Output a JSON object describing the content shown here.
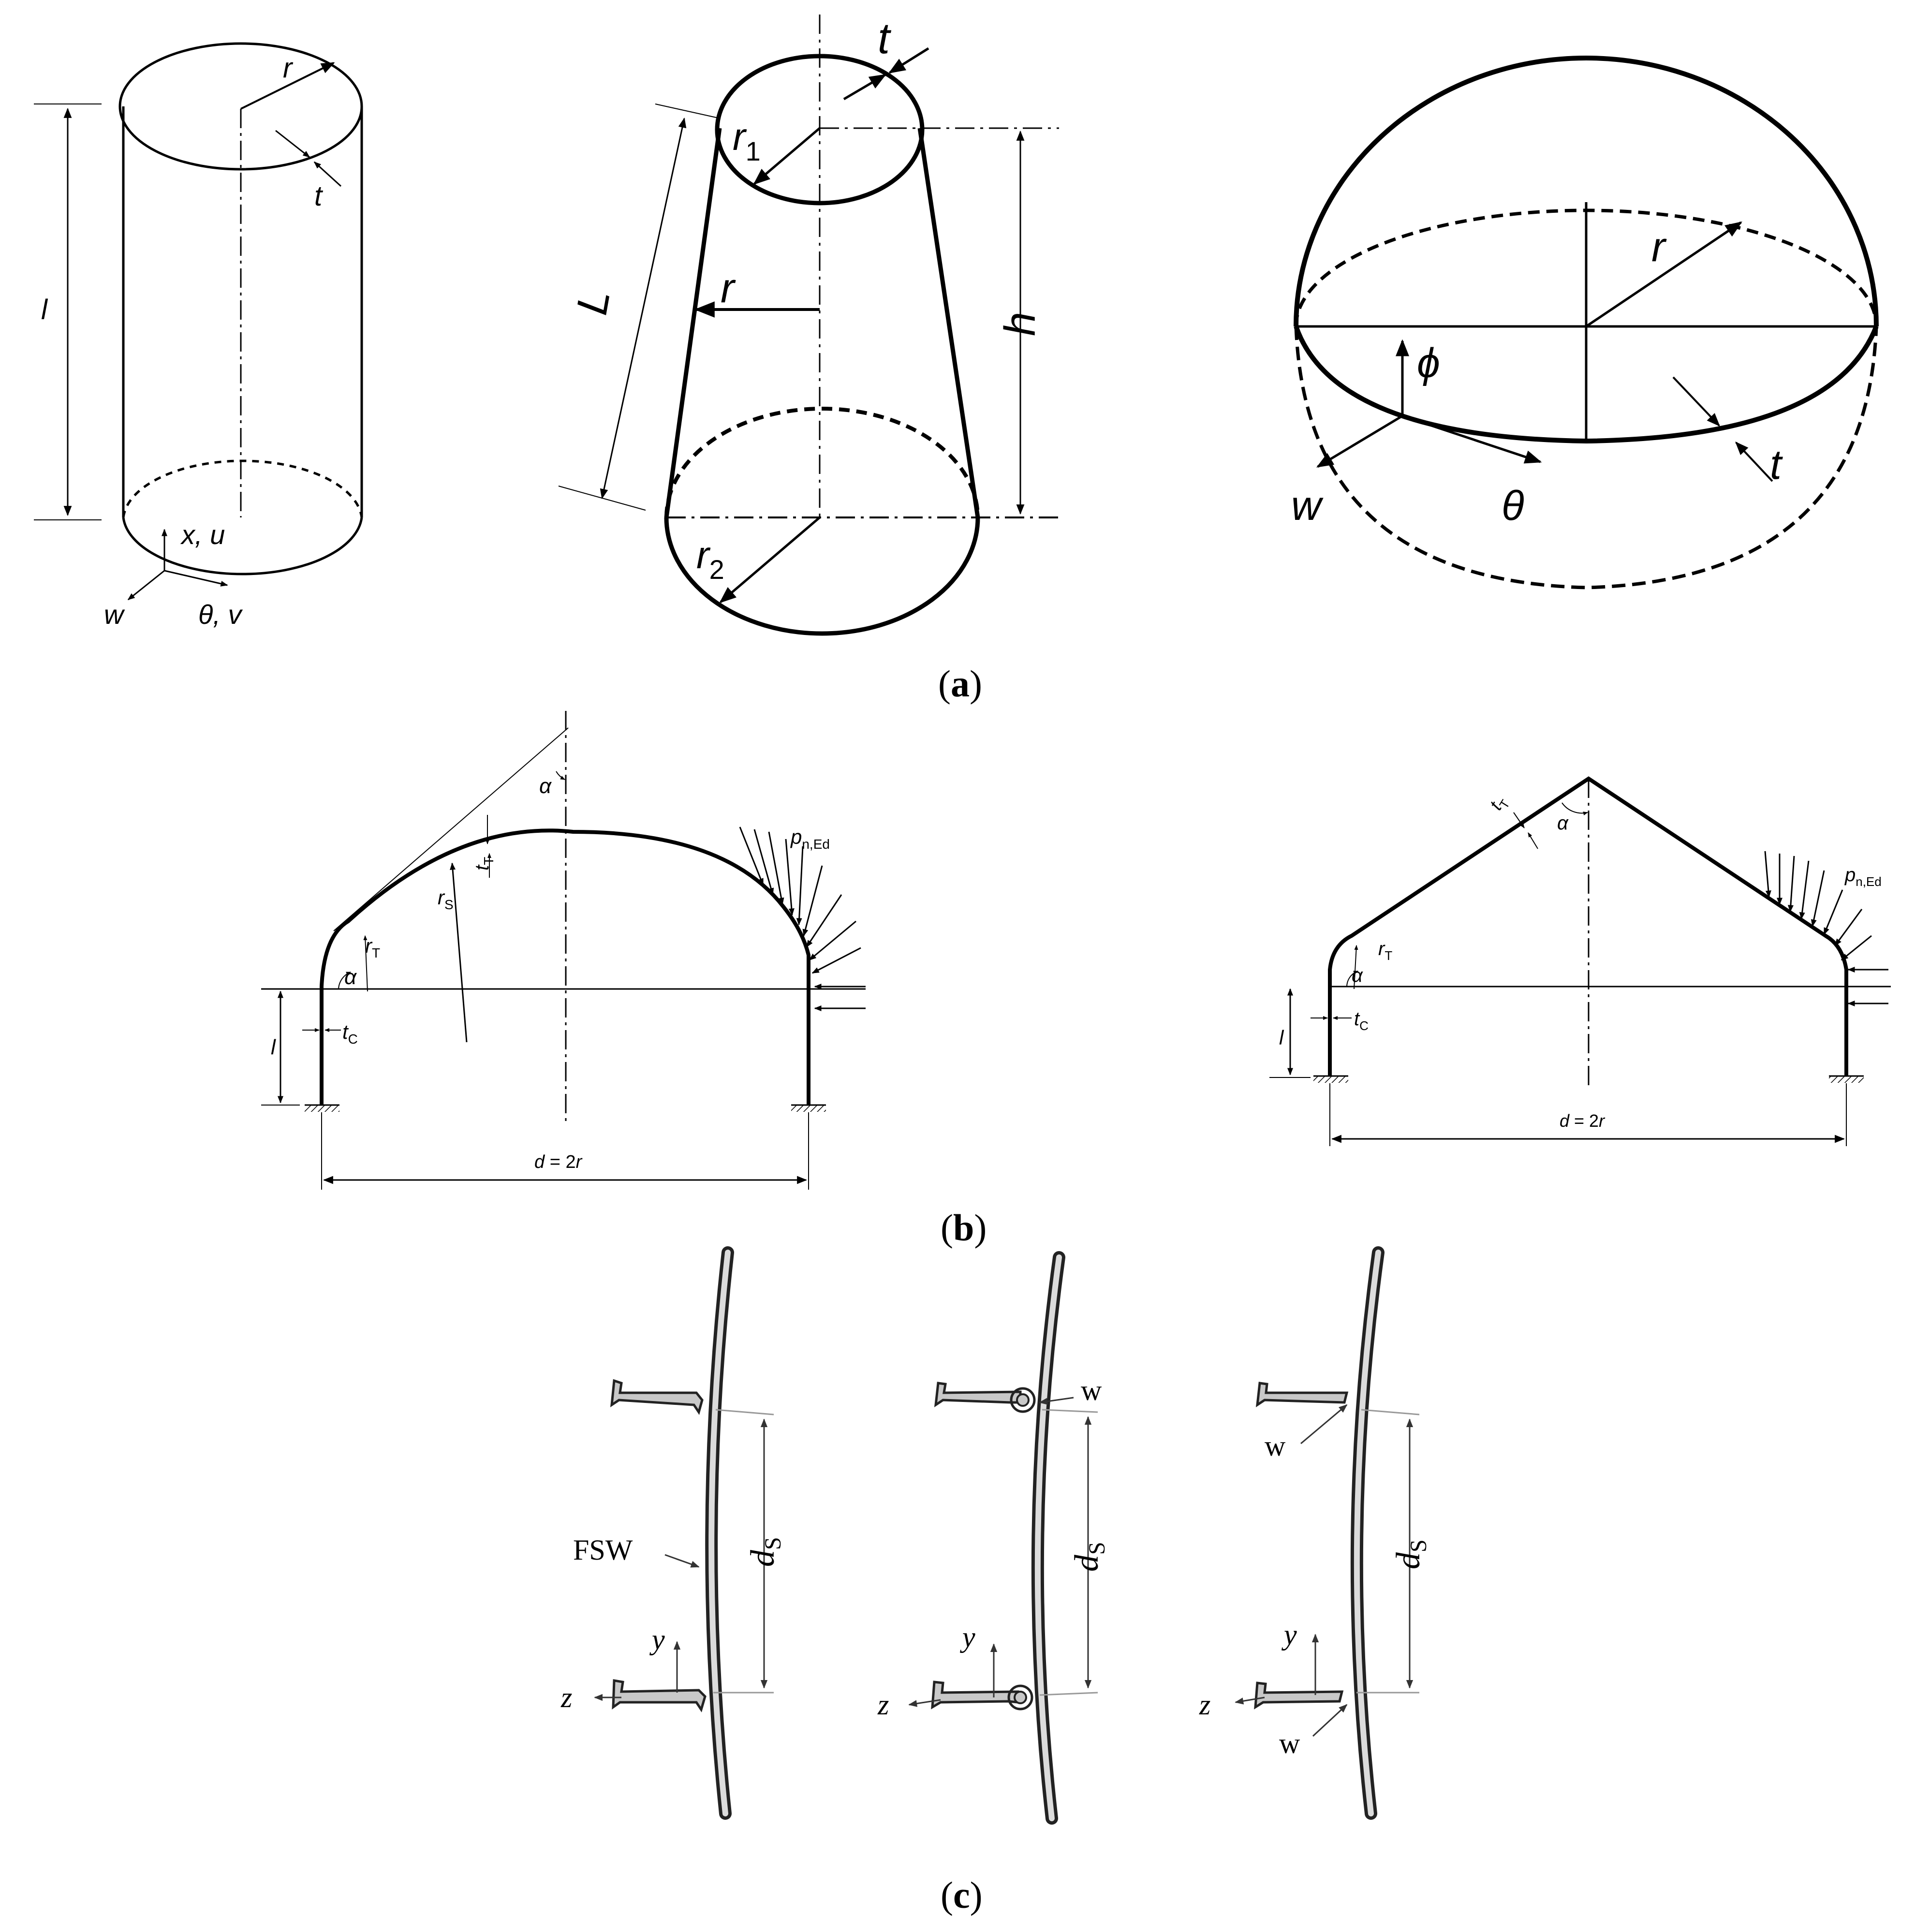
{
  "panels": {
    "a": {
      "caption_open": "(",
      "caption_letter": "a",
      "caption_close": ")",
      "cylinder": {
        "label_r": "r",
        "label_t": "t",
        "label_l": "l",
        "label_xu": "x, u",
        "label_w": "w",
        "label_theta_v": "θ, v"
      },
      "cone": {
        "label_t": "t",
        "label_r1_main": "r",
        "label_r1_sub": "1",
        "label_r": "r",
        "label_L": "L",
        "label_h": "h",
        "label_r2_main": "r",
        "label_r2_sub": "2"
      },
      "sphere": {
        "label_r": "r",
        "label_phi": "ϕ",
        "label_w": "w",
        "label_theta": "θ",
        "label_t": "t"
      }
    },
    "b": {
      "caption_open": "(",
      "caption_letter": "b",
      "caption_close": ")",
      "torispherical": {
        "label_alpha_top": "α",
        "label_tT_main": "t",
        "label_tT_sub": "T",
        "label_rS_main": "r",
        "label_rS_sub": "S",
        "label_rT_main": "r",
        "label_rT_sub": "T",
        "label_alpha_bottom": "α",
        "label_p_main": "p",
        "label_p_sub": "n,Ed",
        "label_l": "l",
        "label_tC_main": "t",
        "label_tC_sub": "C",
        "label_d_main": "d",
        "label_d_eq": " = 2",
        "label_d_r": "r"
      },
      "conical": {
        "label_tT_main": "t",
        "label_tT_sub": "T",
        "label_alpha_top": "α",
        "label_p_main": "p",
        "label_p_sub": "n,Ed",
        "label_rT_main": "r",
        "label_rT_sub": "T",
        "label_alpha_bottom": "α",
        "label_l": "l",
        "label_tC_main": "t",
        "label_tC_sub": "C",
        "label_d_main": "d",
        "label_d_eq": " = 2",
        "label_d_r": "r"
      }
    },
    "c": {
      "caption_open": "(",
      "caption_letter": "c",
      "caption_close": ")",
      "stiffener_1": {
        "label_fsw": "FSW",
        "label_ds_main": "d",
        "label_ds_sub": "S",
        "label_y": "y",
        "label_z": "z"
      },
      "stiffener_2": {
        "label_w_top": "w",
        "label_ds_main": "d",
        "label_ds_sub": "S",
        "label_y": "y",
        "label_z": "z"
      },
      "stiffener_3": {
        "label_w_top": "w",
        "label_ds_main": "d",
        "label_ds_sub": "S",
        "label_y": "y",
        "label_z": "z",
        "label_w_bottom": "w"
      }
    }
  }
}
